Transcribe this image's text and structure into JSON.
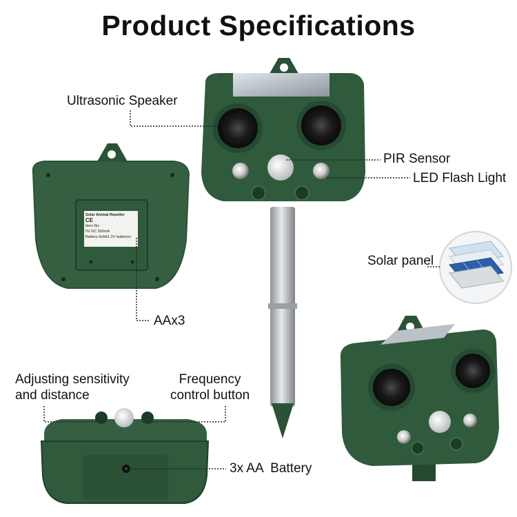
{
  "title": "Product Specifications",
  "labels": {
    "ultrasonic_speaker": "Ultrasonic Speaker",
    "pir_sensor": "PIR Sensor",
    "led_flash_light": "LED Flash Light",
    "aax3": "AAx3",
    "solar_panel": "Solar panel",
    "adjusting_line1": "Adjusting sensitivity",
    "adjusting_line2": "and distance",
    "frequency_line1": "Frequency",
    "frequency_line2": "control button",
    "battery": "3x AA  Battery"
  },
  "back_label": {
    "line1": "Solar Animal Repeller",
    "mark": "CE",
    "line2": "Item No:",
    "line3": "5V DC 500mA",
    "line4": "Battery:3xAA1.2V batteries"
  },
  "colors": {
    "device_green": "#2f5a3c",
    "device_dark": "#1f3d29",
    "stake_silver": "#b8bcc0",
    "leader_line": "#222222"
  }
}
